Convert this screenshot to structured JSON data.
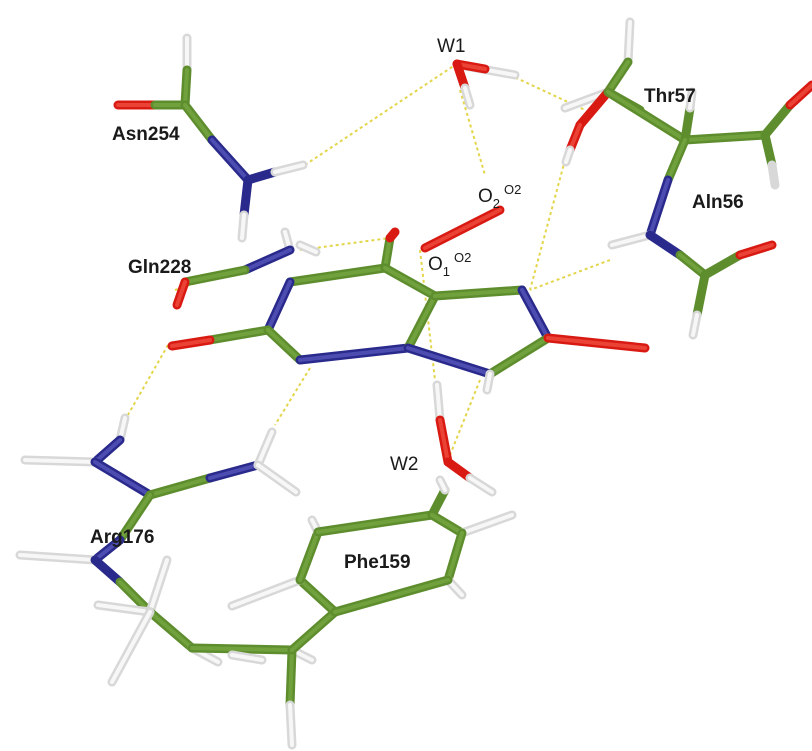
{
  "figure": {
    "labels": {
      "w1": "W1",
      "w2": "W2",
      "asn254": "Asn254",
      "thr57": "Thr57",
      "aln56": "Aln56",
      "gln228": "Gln228",
      "arg176": "Arg176",
      "phe159": "Phe159",
      "o2_base": "O",
      "o2_sub": "2",
      "o2_sup": "O2",
      "o1_base": "O",
      "o1_sub": "1",
      "o1_sup": "O2"
    },
    "colors": {
      "carbon": "#5e8d2e",
      "nitrogen": "#2a2a8c",
      "oxygen": "#d81a12",
      "hydrogen": "#d8d8d8",
      "hbond": "#e3d54a",
      "background": "#ffffff"
    }
  }
}
